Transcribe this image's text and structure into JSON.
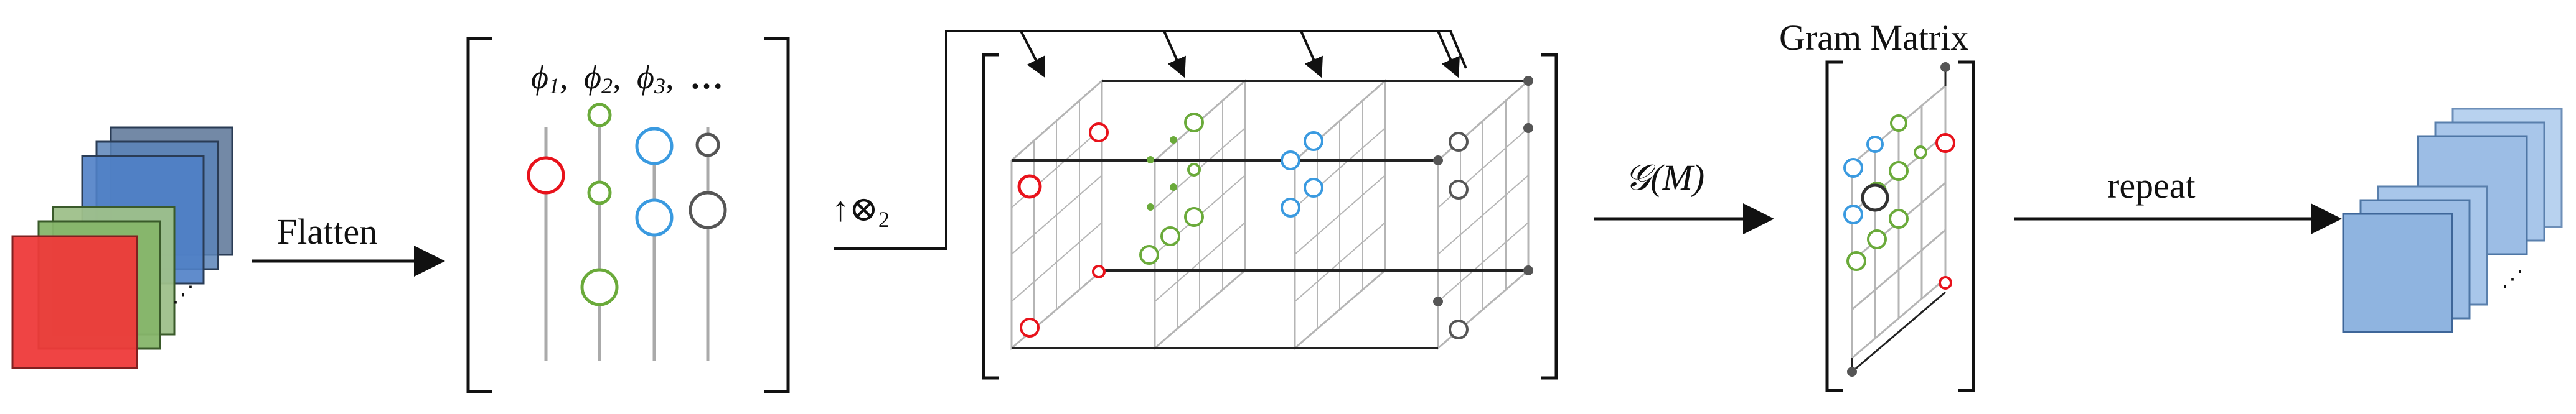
{
  "labels": {
    "flatten": "Flatten",
    "phi1": "ϕ",
    "phi1_sub": "1",
    "phi2": "ϕ",
    "phi2_sub": "2",
    "phi3": "ϕ",
    "phi3_sub": "3",
    "phi_sep": ",",
    "phi_ellipsis": "…",
    "outer_arrow": "↑",
    "outer_op": "⊗",
    "outer_sub": "2",
    "gram_op": "𝒢(M)",
    "gram_title": "Gram Matrix",
    "repeat": "repeat",
    "ellipsis_in": "⋰",
    "ellipsis_out": "⋰"
  },
  "colors": {
    "red": "#e8121b",
    "green": "#6aaa3a",
    "blue": "#3a9ae0",
    "dark": "#444444",
    "grid": "#b5b5b5",
    "line": "#222222"
  }
}
